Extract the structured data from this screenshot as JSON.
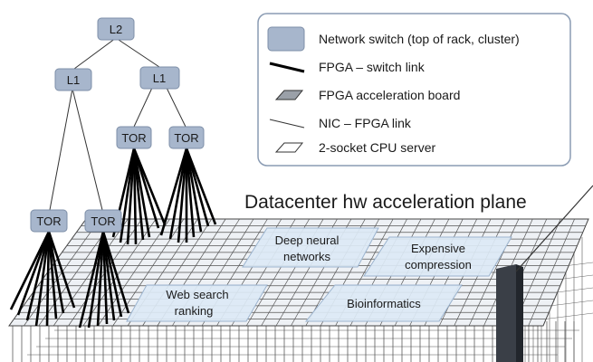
{
  "title": "Datacenter hw acceleration plane",
  "nodes": {
    "l2": "L2",
    "l1_left": "L1",
    "l1_right": "L1",
    "tor_1": "TOR",
    "tor_2": "TOR",
    "tor_3": "TOR",
    "tor_4": "TOR"
  },
  "legend": {
    "switch": "Network switch (top of rack, cluster)",
    "fpga_switch_link": "FPGA – switch link",
    "fpga_board": "FPGA acceleration board",
    "nic_fpga_link": "NIC – FPGA link",
    "cpu_server": "2-socket CPU server"
  },
  "regions": {
    "dnn_line1": "Deep neural",
    "dnn_line2": "networks",
    "compression_line1": "Expensive",
    "compression_line2": "compression",
    "web_line1": "Web search",
    "web_line2": "ranking",
    "bio": "Bioinformatics"
  },
  "colors": {
    "switch_fill": "#a7b6cc",
    "region_fill": "#dce9f5",
    "grid_line": "#555555",
    "legend_border": "#8a9bb3"
  }
}
